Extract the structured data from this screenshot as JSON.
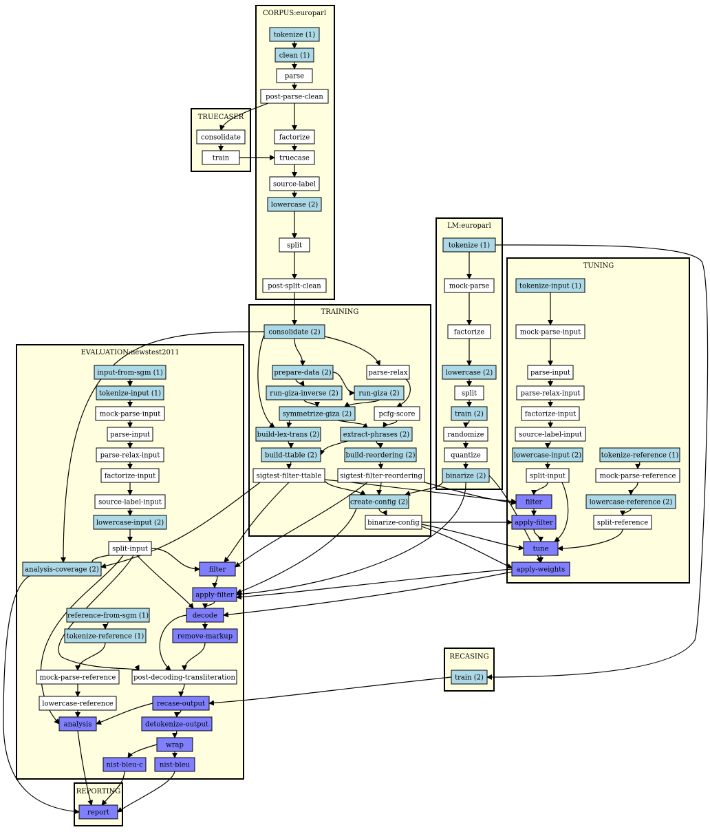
{
  "colors": {
    "cluster_fill": "#ffffe0",
    "blue": "#add8e6",
    "purple": "#8080ff",
    "white": "#ffffff"
  },
  "clusters": {
    "corpus": "CORPUS:europarl",
    "truecaser": "TRUECASER",
    "lm": "LM:europarl",
    "tuning": "TUNING",
    "training": "TRAINING",
    "evaluation": "EVALUATION:newstest2011",
    "recasing": "RECASING",
    "reporting": "REPORTING"
  },
  "nodes": {
    "c_tok": "tokenize (1)",
    "c_clean": "clean (1)",
    "c_parse": "parse",
    "c_ppc": "post-parse-clean",
    "c_fact": "factorize",
    "c_true": "truecase",
    "c_srclab": "source-label",
    "c_lower": "lowercase (2)",
    "c_split": "split",
    "c_psc": "post-split-clean",
    "tc_cons": "consolidate",
    "tc_train": "train",
    "lm_tok": "tokenize (1)",
    "lm_mock": "mock-parse",
    "lm_fact": "factorize",
    "lm_lower": "lowercase (2)",
    "lm_split": "split",
    "lm_train": "train (2)",
    "lm_rand": "randomize",
    "lm_quant": "quantize",
    "lm_bin": "binarize (2)",
    "tu_tokin": "tokenize-input (1)",
    "tu_mock": "mock-parse-input",
    "tu_parse": "parse-input",
    "tu_relax": "parse-relax-input",
    "tu_fact": "factorize-input",
    "tu_srclab": "source-label-input",
    "tu_lowin": "lowercase-input (2)",
    "tu_split": "split-input",
    "tu_tokref": "tokenize-reference (1)",
    "tu_mockref": "mock-parse-reference",
    "tu_lowref": "lowercase-reference (2)",
    "tu_splitref": "split-reference",
    "tu_filter": "filter",
    "tu_apply": "apply-filter",
    "tu_tune": "tune",
    "tu_weights": "apply-weights",
    "tr_cons": "consolidate (2)",
    "tr_prep": "prepare-data (2)",
    "tr_relax": "parse-relax",
    "tr_inv": "run-giza-inverse (2)",
    "tr_giza": "run-giza (2)",
    "tr_pcfg": "pcfg-score",
    "tr_sym": "symmetrize-giza (2)",
    "tr_lex": "build-lex-trans (2)",
    "tr_extract": "extract-phrases (2)",
    "tr_ttable": "build-ttable (2)",
    "tr_reord": "build-reordering (2)",
    "tr_sig_tt": "sigtest-filter-ttable",
    "tr_sig_re": "sigtest-filter-reordering",
    "tr_config": "create-config (2)",
    "tr_binconf": "binarize-config",
    "ev_sgm": "input-from-sgm (1)",
    "ev_tokin": "tokenize-input (1)",
    "ev_mock": "mock-parse-input",
    "ev_parse": "parse-input",
    "ev_relax": "parse-relax-input",
    "ev_fact": "factorize-input",
    "ev_srclab": "source-label-input",
    "ev_lowin": "lowercase-input (2)",
    "ev_split": "split-input",
    "ev_cov": "analysis-coverage (2)",
    "ev_filter": "filter",
    "ev_apply": "apply-filter",
    "ev_decode": "decode",
    "ev_refsgm": "reference-from-sgm (1)",
    "ev_tokref": "tokenize-reference (1)",
    "ev_rmmark": "remove-markup",
    "ev_mockref": "mock-parse-reference",
    "ev_pdt": "post-decoding-transliteration",
    "ev_lowref": "lowercase-reference",
    "ev_recase": "recase-output",
    "ev_analysis": "analysis",
    "ev_detok": "detokenize-output",
    "ev_wrap": "wrap",
    "ev_nbc": "nist-bleu-c",
    "ev_nb": "nist-bleu",
    "re_train": "train (2)",
    "rep_report": "report"
  }
}
